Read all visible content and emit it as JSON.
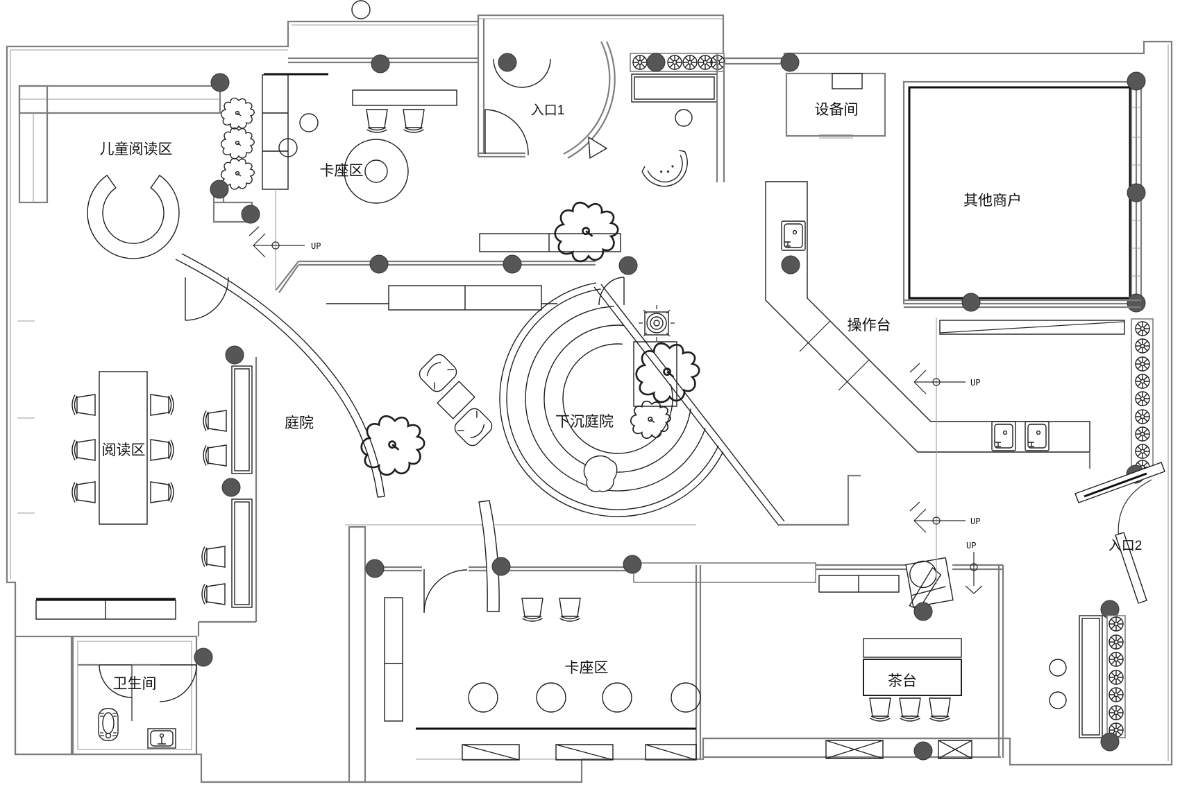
{
  "drawing": {
    "type": "floor-plan",
    "labels": {
      "children_reading": "儿童阅读区",
      "booth_top": "卡座区",
      "entrance1": "入口1",
      "equipment": "设备间",
      "merchants": "其他商户",
      "counter": "操作台",
      "courtyard": "庭院",
      "sunken": "下沉庭院",
      "reading": "阅读区",
      "entrance2": "入口2",
      "restroom": "卫生间",
      "booth_bottom": "卡座区",
      "tea": "茶台",
      "up": "UP"
    },
    "colors": {
      "background": "#ffffff",
      "wall_gray": "#7d7d7d",
      "line_black": "#1f1f1f",
      "column_fill": "#565656"
    }
  }
}
